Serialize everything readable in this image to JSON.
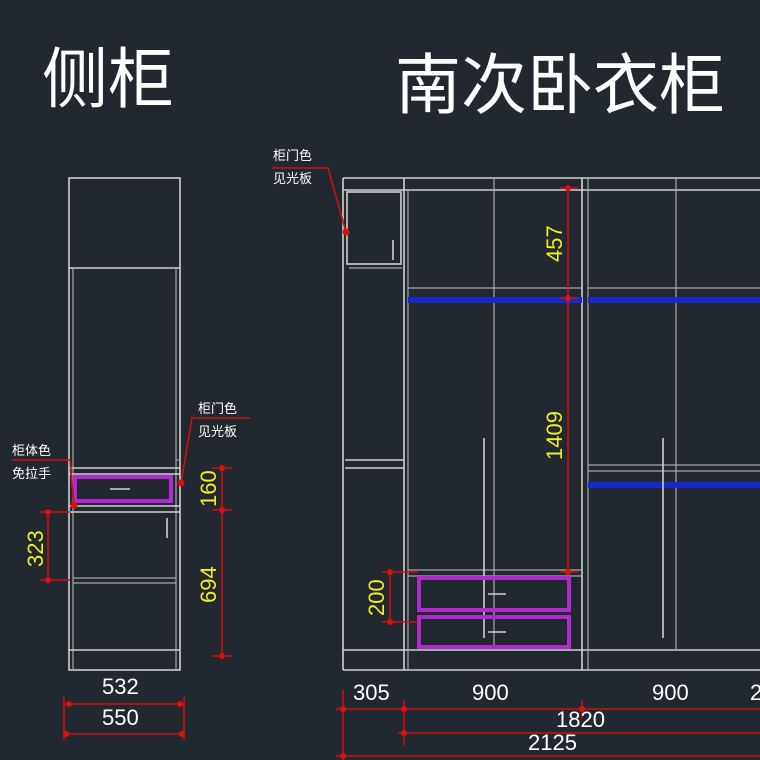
{
  "titles": {
    "side_cabinet": "侧柜",
    "wardrobe": "南次卧衣柜"
  },
  "notes": {
    "door_color_1": "柜门色",
    "visible_panel_1": "见光板",
    "door_color_2": "柜门色",
    "visible_panel_2": "见光板",
    "body_color": "柜体色",
    "no_handle": "免拉手"
  },
  "dimensions": {
    "side": {
      "h323": "323",
      "h160": "160",
      "h694": "694",
      "w532": "532",
      "w550": "550"
    },
    "wardrobe": {
      "h457": "457",
      "h1409": "1409",
      "h200": "200",
      "w305": "305",
      "w900a": "900",
      "w900b": "900",
      "w2": "2",
      "w1820": "1820",
      "w2125": "2125"
    }
  },
  "colors": {
    "background": "#212830",
    "lines": "#d0d0d0",
    "dimension": "#cc1010",
    "dimension_text": "#eeee22",
    "rail": "#1428cc",
    "drawer": "#b02ad0"
  }
}
